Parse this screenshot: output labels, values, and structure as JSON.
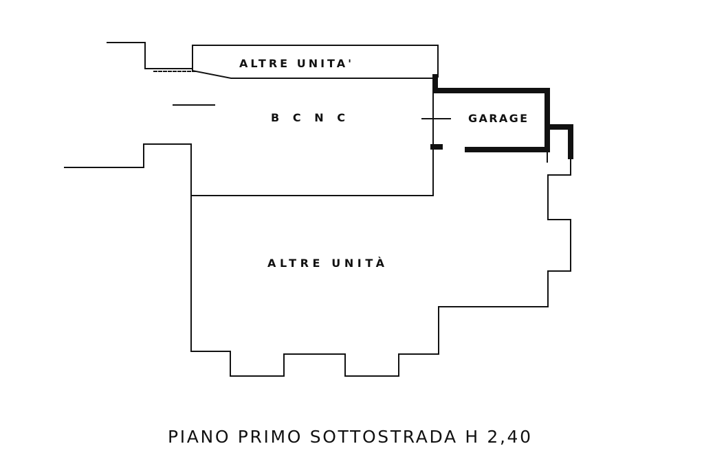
{
  "plan": {
    "labels": {
      "altre_unita_top": "ALTRE UNITA'",
      "bcnc": "B  C  N  C",
      "garage": "GARAGE",
      "altre_unita_bottom": "ALTRE UNITÀ"
    },
    "caption": "PIANO PRIMO SOTTOSTRADA H 2,40"
  }
}
